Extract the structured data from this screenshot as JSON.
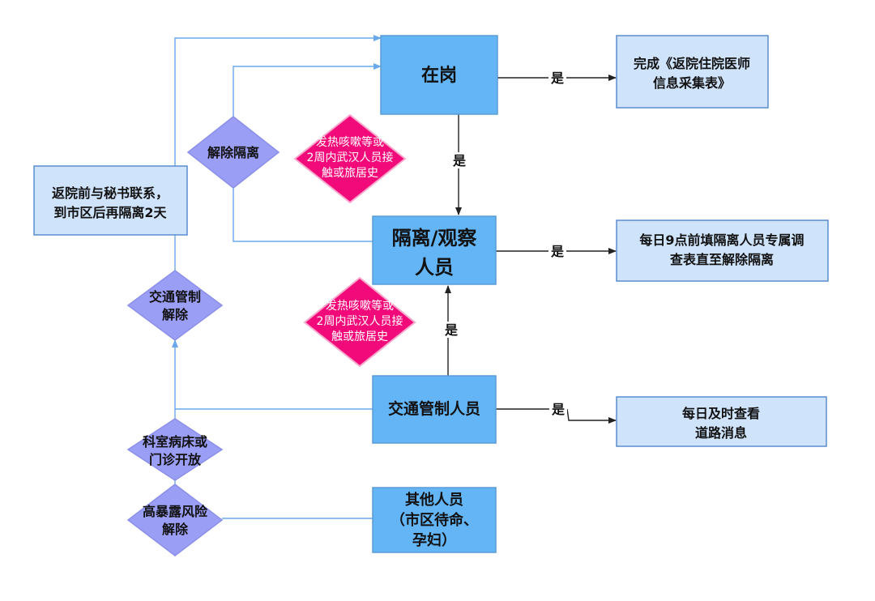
{
  "nodes": {
    "onduty": "在岗",
    "isolation_l1": "隔离/观察",
    "isolation_l2": "人员",
    "traffic": "交通管制人员",
    "others_l1": "其他人员",
    "others_l2": "（市区待命、",
    "others_l3": "孕妇）",
    "contact_l1": "返院前与秘书联系，",
    "contact_l2": "到市区后再隔离2天"
  },
  "notes": {
    "form_l1": "完成《返院住院医师",
    "form_l2": "信息采集表》",
    "survey_l1": "每日9点前填隔离人员专属调",
    "survey_l2": "查表直至解除隔离",
    "road_l1": "每日及时查看",
    "road_l2": "道路消息"
  },
  "conditions": {
    "fever1_l1": "发热咳嗽等或",
    "fever1_l2": "2周内武汉人员接",
    "fever1_l3": "触或旅居史",
    "fever2_l1": "发热咳嗽等或",
    "fever2_l2": "2周内武汉人员接",
    "fever2_l3": "触或旅居史",
    "release_isolation": "解除隔离",
    "traffic_lift_l1": "交通管制",
    "traffic_lift_l2": "解除",
    "dept_open_l1": "科室病床或",
    "dept_open_l2": "门诊开放",
    "high_risk_l1": "高暴露风险",
    "high_risk_l2": "解除"
  },
  "yes_labels": {
    "y1": "是",
    "y2": "是",
    "y3": "是",
    "y4": "是",
    "y5": "是"
  },
  "colors": {
    "main_box": "#64b5f6",
    "note_box": "#cfe3fa",
    "pink_diamond": "#f20a7a",
    "purple_diamond": "#9b9ef5",
    "blue_line": "#6aa8ec"
  }
}
